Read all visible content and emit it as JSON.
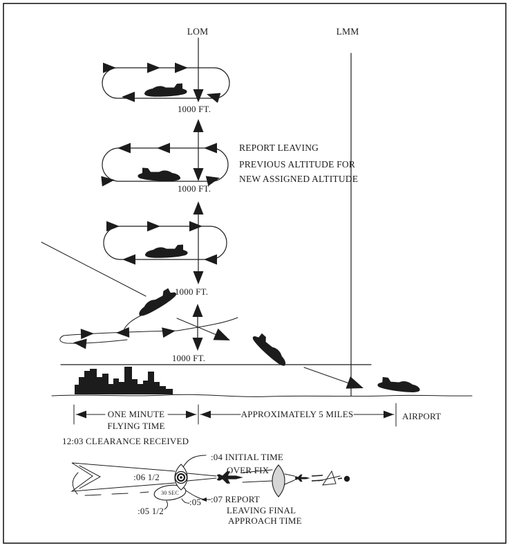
{
  "figure": {
    "title_markers": {
      "lom": "LOM",
      "lmm": "LMM"
    },
    "altitude_labels": {
      "step1": "1000 FT.",
      "step2": "1000 FT.",
      "step3": "1000 FT.",
      "step4": "1000 FT."
    },
    "report_note": {
      "line1": "REPORT LEAVING",
      "line2": "PREVIOUS ALTITUDE FOR",
      "line3": "NEW ASSIGNED ALTITUDE"
    },
    "distance_row": {
      "one_minute_line1": "ONE MINUTE",
      "one_minute_line2": "FLYING TIME",
      "five_miles": "APPROXIMATELY 5 MILES",
      "airport": "AIRPORT"
    },
    "clearance": "12:03 CLEARANCE RECEIVED",
    "timing": {
      "t06half": ":06 1/2",
      "sec30": "30 SEC",
      "t05": ":05",
      "t05half": ":05 1/2",
      "t04_line1": ":04 INITIAL TIME",
      "t04_line2": "OVER FIX",
      "t07_line1": ":07 REPORT",
      "t07_line2": "LEAVING FINAL",
      "t07_line3": "APPROACH TIME"
    },
    "colors": {
      "ink": "#1c1c1c",
      "lens_fill": "#d6d6d6",
      "background": "#ffffff"
    }
  }
}
